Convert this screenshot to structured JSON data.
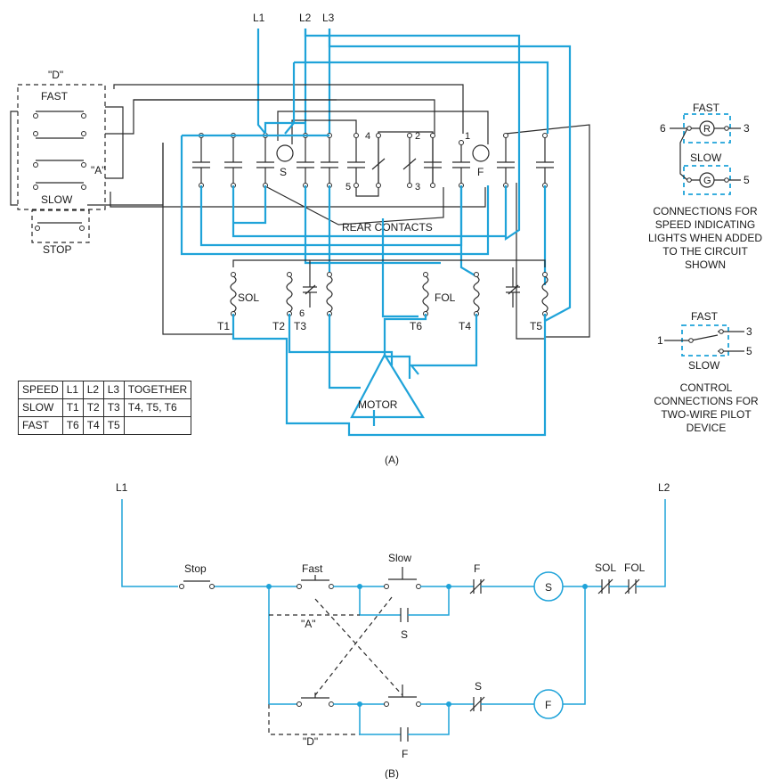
{
  "figure_a": {
    "caption": "(A)",
    "lines": [
      "L1",
      "L2",
      "L3"
    ],
    "pushbuttons": {
      "group_label": "\"D\"",
      "fast": "FAST",
      "slow": "SLOW",
      "stop": "STOP",
      "interlock_label": "\"A\""
    },
    "contacts": {
      "s_coil": "S",
      "f_coil": "F",
      "aux_1": "1",
      "aux_2": "2",
      "aux_3": "3",
      "aux_4": "4",
      "aux_5": "5",
      "rear_contacts": "REAR CONTACTS"
    },
    "overloads": {
      "sol": "SOL",
      "fol": "FOL",
      "point_6": "6"
    },
    "terminals": [
      "T1",
      "T2",
      "T3",
      "T6",
      "T4",
      "T5"
    ],
    "motor": "MOTOR",
    "speed_table": {
      "headers": [
        "SPEED",
        "L1",
        "L2",
        "L3",
        "TOGETHER"
      ],
      "rows": [
        [
          "SLOW",
          "T1",
          "T2",
          "T3",
          "T4, T5, T6"
        ],
        [
          "FAST",
          "T6",
          "T4",
          "T5",
          ""
        ]
      ]
    },
    "lights_inset": {
      "fast": "FAST",
      "slow": "SLOW",
      "lamp_r": "R",
      "lamp_g": "G",
      "n6": "6",
      "n3": "3",
      "n5": "5",
      "caption": [
        "CONNECTIONS FOR",
        "SPEED INDICATING",
        "LIGHTS WHEN ADDED",
        "TO THE CIRCUIT",
        "SHOWN"
      ]
    },
    "pilot_inset": {
      "fast": "FAST",
      "slow": "SLOW",
      "n1": "1",
      "n3": "3",
      "n5": "5",
      "caption": [
        "CONTROL",
        "CONNECTIONS FOR",
        "TWO-WIRE PILOT",
        "DEVICE"
      ]
    }
  },
  "figure_b": {
    "caption": "(B)",
    "l1": "L1",
    "l2": "L2",
    "stop": "Stop",
    "fast": "Fast",
    "slow": "Slow",
    "f_contact": "F",
    "s_contact": "S",
    "coil_s": "S",
    "coil_f": "F",
    "sol": "SOL",
    "fol": "FOL",
    "interlock_a": "\"A\"",
    "interlock_d": "\"D\"",
    "hold_s": "S",
    "hold_f": "F"
  },
  "colors": {
    "wire_blue": "#1fa3d9",
    "wire_black": "#2a2a2a"
  }
}
